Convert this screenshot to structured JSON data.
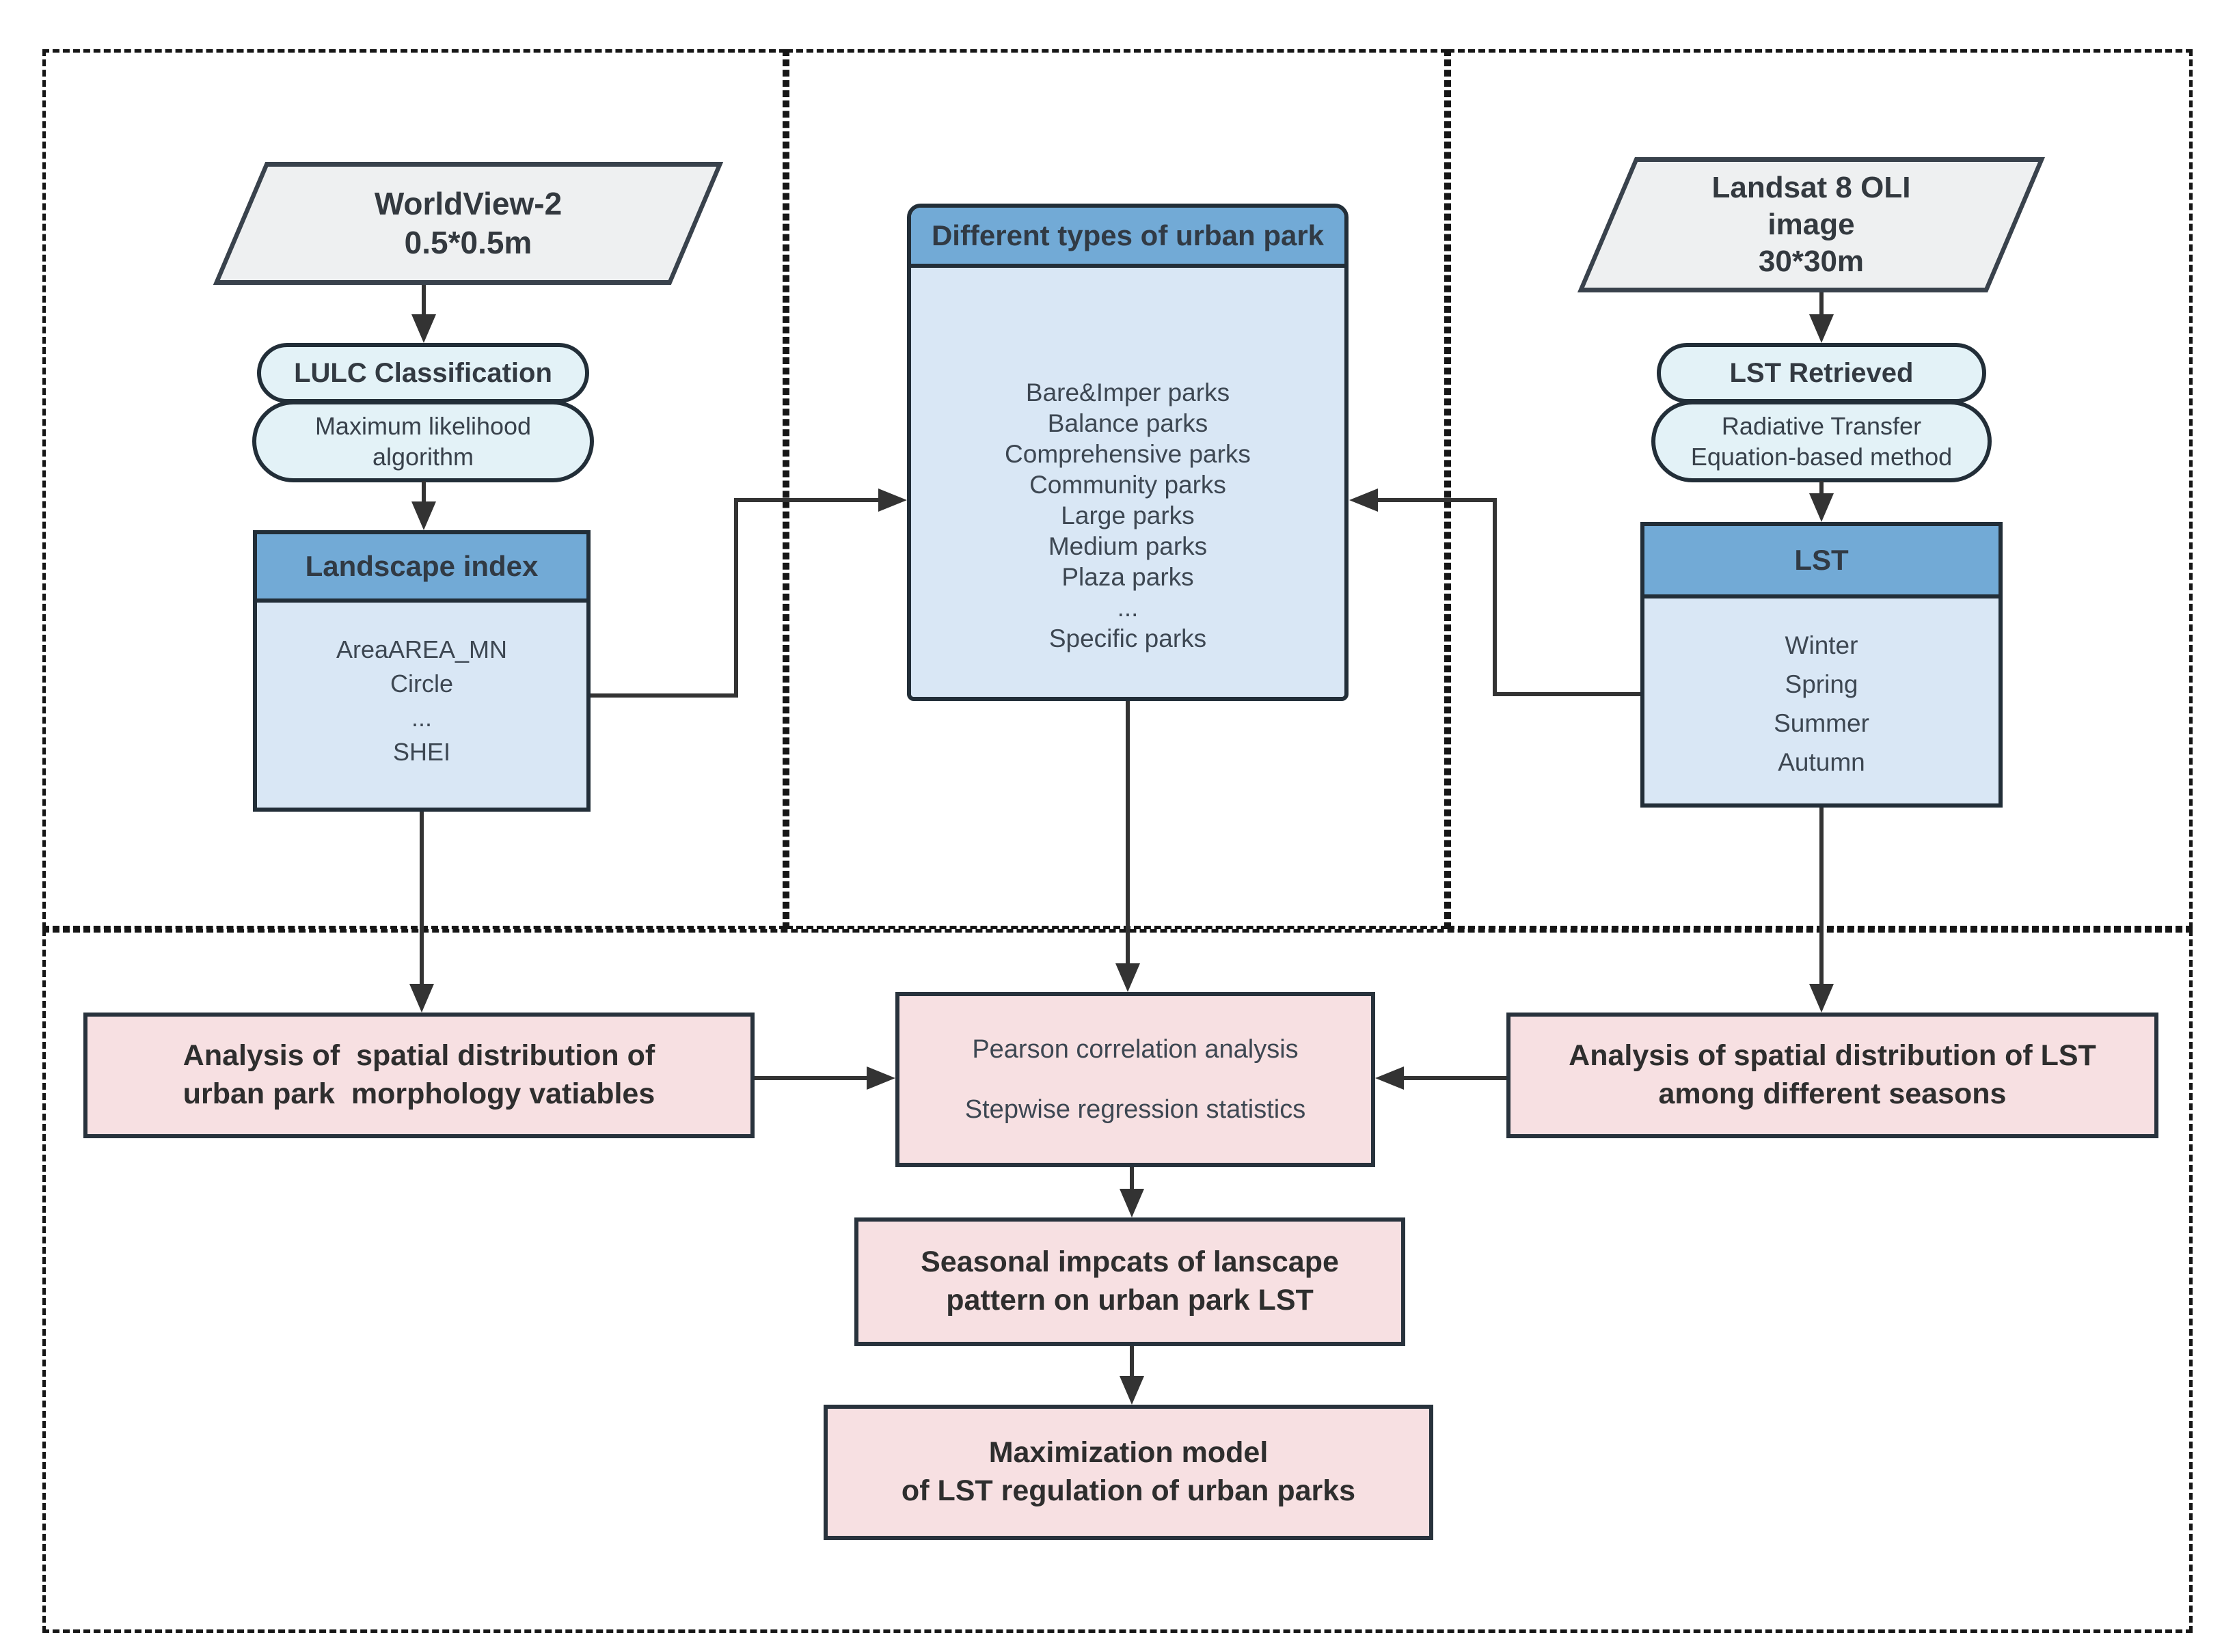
{
  "left_panel": {
    "parallelogram": {
      "line1": "WorldView-2",
      "line2": "0.5*0.5m"
    },
    "process_label": "LULC Classification",
    "process_sub": [
      "Maximum likelihood",
      "algorithm"
    ],
    "landscape_index": {
      "header": "Landscape index",
      "items": [
        "AreaAREA_MN",
        "Circle",
        "...",
        "SHEI"
      ]
    }
  },
  "middle_panel": {
    "park_types": {
      "header": "Different types of urban park",
      "items": [
        "Bare&Imper parks",
        "Balance parks",
        "Comprehensive parks",
        "Community parks",
        "Large parks",
        "Medium parks",
        "Plaza parks",
        "...",
        "Specific parks"
      ]
    }
  },
  "right_panel": {
    "parallelogram": {
      "line1": "Landsat 8 OLI",
      "line2": "image",
      "line3": "30*30m"
    },
    "process_label": "LST Retrieved",
    "process_sub": [
      "Radiative Transfer",
      "Equation-based method"
    ],
    "lst": {
      "header": "LST",
      "items": [
        "Winter",
        "Spring",
        "Summer",
        "Autumn"
      ]
    }
  },
  "bottom_panel": {
    "analysis_left": [
      "Analysis of  spatial distribution of",
      "urban park  morphology vatiables"
    ],
    "analysis_center": [
      "Pearson correlation analysis",
      "Stepwise regression statistics"
    ],
    "analysis_right": [
      "Analysis of spatial distribution of LST",
      "among different seasons"
    ],
    "seasonal": [
      "Seasonal impcats of lanscape",
      "pattern on urban park LST"
    ],
    "maximization": [
      "Maximization model",
      "of LST regulation of urban parks"
    ]
  },
  "colors": {
    "table_header_blue": "#72aad6",
    "table_body_blue": "#d9e7f5",
    "process_cyan": "#e3f2f7",
    "parallelogram_gray": "#eef0f1",
    "result_pink": "#f7e0e2",
    "line_dark": "#333333",
    "border_dark": "#222e38"
  }
}
